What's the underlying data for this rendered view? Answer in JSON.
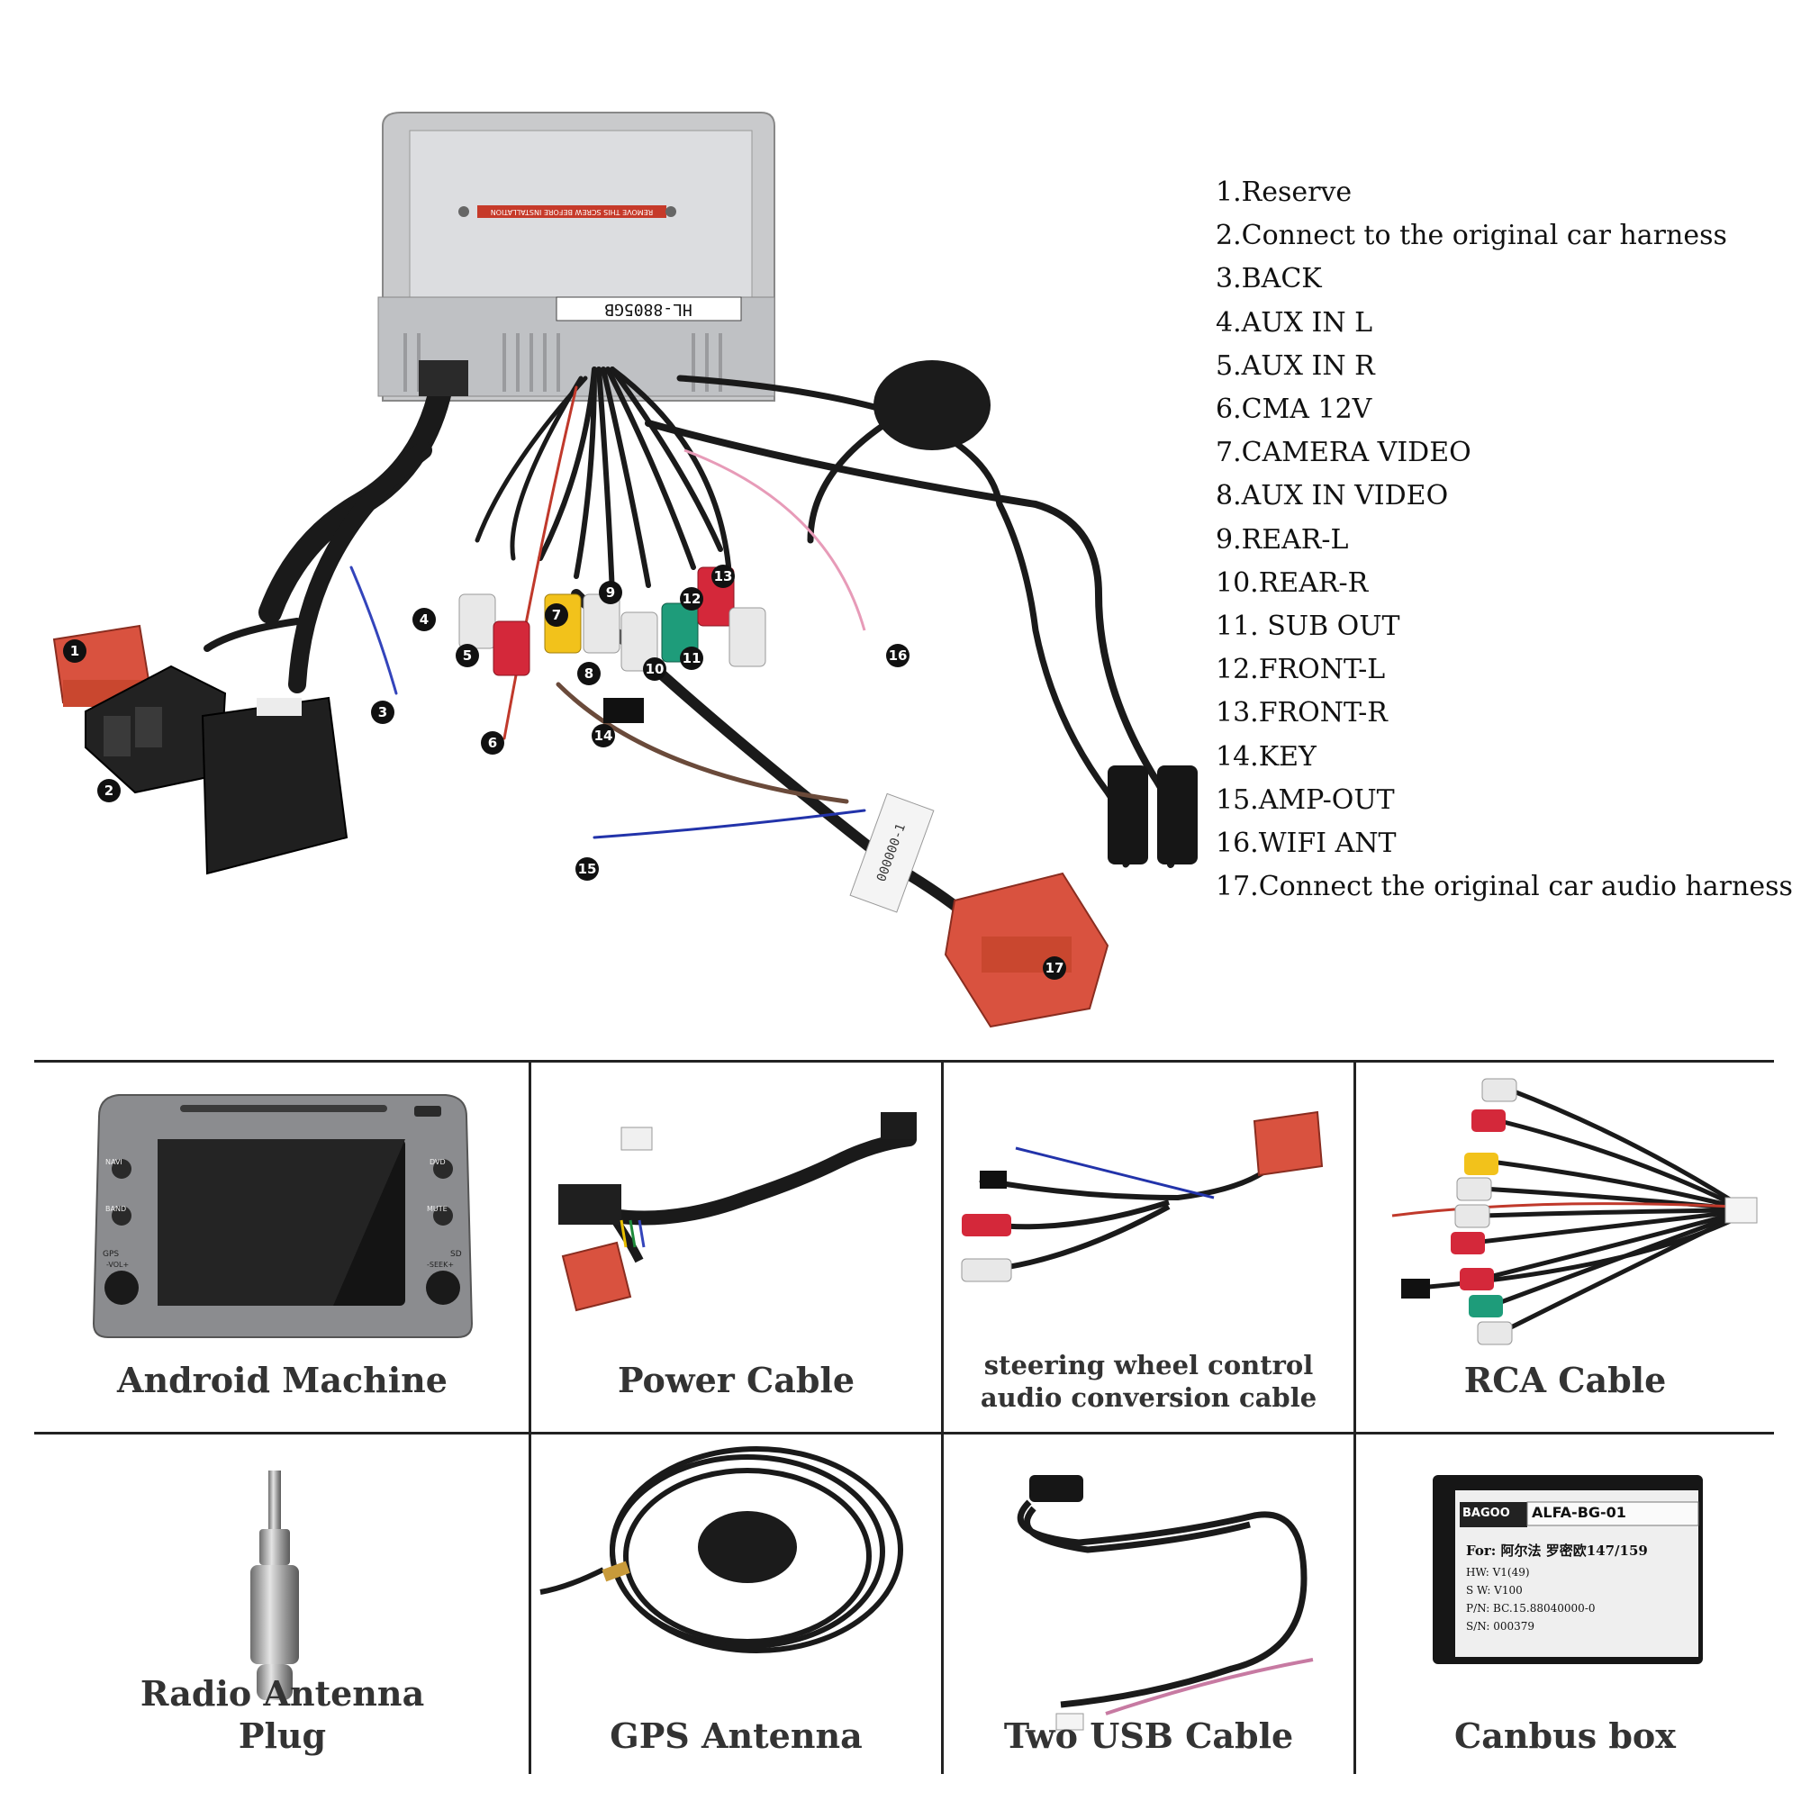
{
  "diagram": {
    "unit_label": "HL-8805GB",
    "warning_sticker": "REMOVE THIS SCREW BEFORE INSTALLATION",
    "harness_tag": "000000-1",
    "legend": [
      "1.Reserve",
      "2.Connect to the original car harness",
      "3.BACK",
      "4.AUX IN L",
      "5.AUX IN R",
      "6.CMA 12V",
      "7.CAMERA VIDEO",
      "8.AUX IN VIDEO",
      "9.REAR-L",
      "10.REAR-R",
      "11. SUB OUT",
      "12.FRONT-L",
      "13.FRONT-R",
      "14.KEY",
      "15.AMP-OUT",
      "16.WIFI ANT",
      "17.Connect the original car audio harness"
    ],
    "callouts": [
      "1",
      "2",
      "3",
      "4",
      "5",
      "6",
      "7",
      "8",
      "9",
      "10",
      "11",
      "12",
      "13",
      "14",
      "15",
      "16",
      "17"
    ]
  },
  "components": [
    {
      "label": "Android Machine"
    },
    {
      "label": "Power Cable"
    },
    {
      "label_line1": "steering wheel control",
      "label_line2": "audio conversion cable"
    },
    {
      "label": "RCA Cable"
    },
    {
      "label_line1": "Radio Antenna",
      "label_line2": "Plug"
    },
    {
      "label": "GPS Antenna"
    },
    {
      "label": "Two USB Cable"
    },
    {
      "label": "Canbus box"
    }
  ],
  "device": {
    "buttons": [
      "NAVI",
      "BAND",
      "GPS",
      "DVD",
      "MUTE",
      "SD",
      "-VOL+",
      "-SEEK+"
    ]
  },
  "canbus": {
    "brand": "BAGOO",
    "model": "ALFA-BG-01",
    "for": "For: 阿尔法 罗密欧147/159",
    "hw": "HW: V1(49)",
    "sw": "S W: V100",
    "pn": "P/N: BC.15.88040000-0",
    "sn": "S/N: 000379"
  },
  "colors": {
    "rca_white": "#e8e8e8",
    "rca_red": "#d4283a",
    "rca_yellow": "#f2c21b",
    "rca_green": "#1e9c7a",
    "connector_red": "#d9523f",
    "cable_black": "#1a1a1a",
    "grid_line": "#222222"
  }
}
